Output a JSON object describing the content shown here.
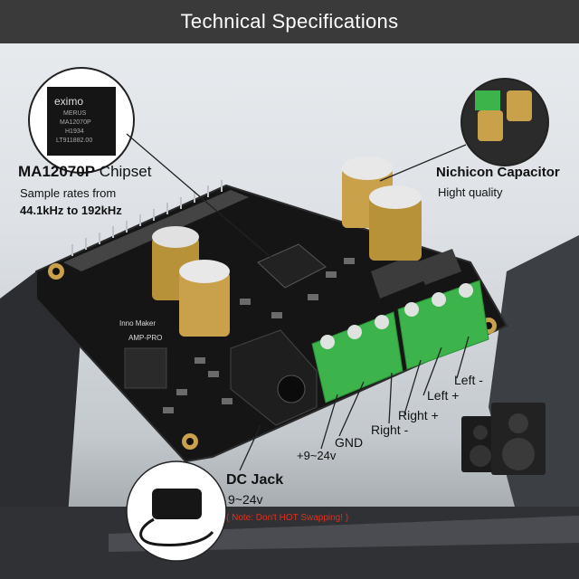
{
  "header": {
    "title": "Technical Specifications"
  },
  "chipset": {
    "name": "MA12070P",
    "suffix": " Chipset",
    "desc_line1": "Sample rates from",
    "desc_line2": "44.1kHz to 192kHz",
    "chip_brand": "eximo",
    "chip_line1": "MERUS",
    "chip_line2": "MA12070P",
    "chip_line3": "H1934",
    "chip_line4": "LT911882.00"
  },
  "capacitor": {
    "name": "Nichicon Capacitor",
    "desc": "Hight quality"
  },
  "board": {
    "brand": "Inno Maker",
    "model": "AMP-PRO"
  },
  "terminals": {
    "left_minus": "Left -",
    "left_plus": "Left +",
    "right_plus": "Right +",
    "right_minus": "Right -",
    "gnd": "GND",
    "vin": "+9~24v"
  },
  "dcjack": {
    "name": "DC Jack",
    "range": "9~24v",
    "note": "( Note: Don't HOT Swapping! )"
  },
  "colors": {
    "header": "#3a3a3a",
    "note": "#e0301e",
    "terminal": "#3cb44b",
    "pcb": "#1a1a1a",
    "capacitor": "#c9a14a"
  }
}
